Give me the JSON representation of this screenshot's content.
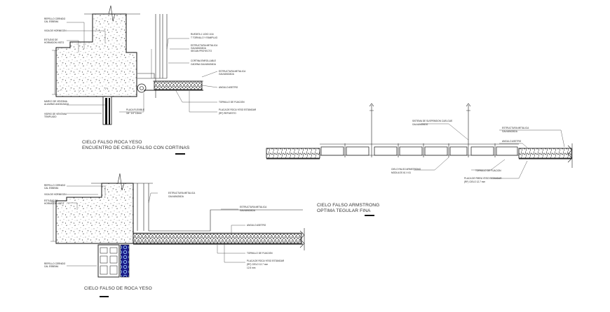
{
  "drawing_a": {
    "title_line1": "CIELO FALSO ROCA YESO",
    "title_line2": "ENCUENTRO DE CIELO FALSO CON CORTINAS",
    "labels": {
      "l1": "REPELLO CERNIDO",
      "l1b": "CAL ESBEMA",
      "l2": "VIGA DE HORMIGON",
      "l3": "ESTUDIO DE",
      "l3b": "HORMIGON VISTO",
      "l4": "MARCO DE VENTANA",
      "l4b": "ALUMINIO ANODIZADO",
      "l5": "VIDRIO DE VENTANA",
      "l5b": "TEMPLADO",
      "l6": "RUEDITA 1 1/2X0 1/16",
      "l6b": "T TORNILLO Y RAMPLUG",
      "l7": "ESTRUCTURA METALICA",
      "l7b": "GALVANIZADA",
      "l7c": "SEGUN PROYECTO",
      "l8": "CORTINA ENROLLABLE",
      "l8b": "CADENA GALVANIZADA",
      "l9": "ESTRUCTURA METALICA",
      "l9b": "GALVANIZADA",
      "l10": "ANGULO ASETRO",
      "l11": "TORNILLO DE FIJACION",
      "l12": "PLACA DE ROCA YESO ESTANDAR",
      "l12b": "(RF) REPUESTO",
      "l13": "PLACA FLEXIBLE",
      "l13b": "3/4\" 1/4\" 12mm"
    }
  },
  "drawing_b": {
    "title_line1": "CIELO FALSO ARMSTRONG",
    "title_line2": "OPTIMA TEGULAR FINA",
    "labels": {
      "m1": "SISTEMA DE SUSPENSION CUELGUE",
      "m1b": "GALVANIZADO",
      "m2": "ESTRUCTURA METALICA",
      "m2b": "GALVANIZADA",
      "m3": "ANGULO ASETRO",
      "m4": "TORNILLO DE FIJACION",
      "m5": "CIELO FALSO ARMSTRONG",
      "m5b": "MODULOS 61 X 61",
      "m6": "PLACA DE FIBRA YESO ESTANDAR",
      "m6b": "(RF) CIELO 12.7 mm"
    }
  },
  "drawing_c": {
    "title": "CIELO FALSO DE ROCA YESO",
    "labels": {
      "n1": "REPELLO CERNIDO",
      "n1b": "CAL ESBEMA",
      "n2": "VIGA DE HORMIGON",
      "n3": "ESTUDIO DE",
      "n3b": "HORMIGON VISTO",
      "n4": "REPELLO CERNIDO",
      "n4b": "CAL ESBEMA",
      "n5": "ESTRUCTURA METALICA",
      "n5b": "GALVANIZADA",
      "n6": "ESTRUCTURA METALICA",
      "n6b": "GALVANIZADA",
      "n7": "ANGULO ASETRO",
      "n8": "TORNILLO DE FIJACION",
      "n9": "PLACA DE ROCA YESO ESTANDAR",
      "n9b": "(RF) CIELO 12.7 mm",
      "n9c": "12.5 mm"
    }
  }
}
